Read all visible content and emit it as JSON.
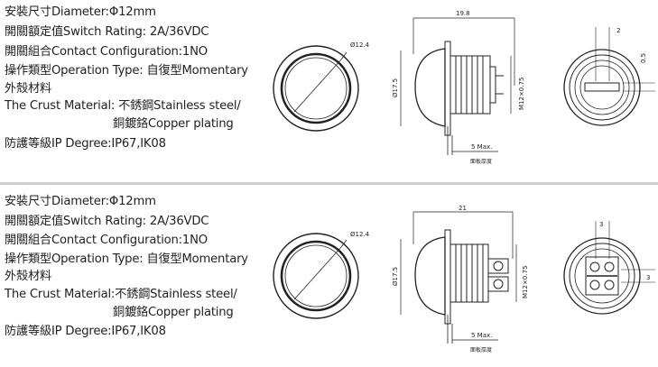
{
  "top": {
    "specs": [
      "安裝尺寸Diameter:Φ12mm",
      "開關額定值Switch Rating: 2A/36VDC",
      "開關組合Contact Configuration:1NO",
      "操作類型Operation Type: 自復型Momentary",
      "外殼材料",
      "The Crust Material: 不銹鋼Stainless steel/",
      "銅鍍鉻Copper plating",
      "防護等級IP Degree:IP67,IK08"
    ],
    "dims": {
      "front_dia": "Ø12.4",
      "length": "19.8",
      "height": "Ø17.5",
      "thread": "M12×0.75",
      "max_panel": "5 Max.",
      "panel_label": "面板厚度",
      "pin_w": "2",
      "pin_h": "0.5"
    }
  },
  "bottom": {
    "specs": [
      "安裝尺寸Diameter:Φ12mm",
      "開關額定值Switch Rating: 2A/36VDC",
      "開關組合Contact Configuration:1NO",
      "操作類型Operation Type: 自復型Momentary",
      "外殼材料",
      "The Crust Material:不銹鋼Stainless steel/",
      "銅鍍鉻Copper plating",
      "防護等級IP Degree:IP67,IK08"
    ],
    "dims": {
      "front_dia": "Ø12.4",
      "length": "21",
      "height": "Ø17.5",
      "thread": "M12×0.75",
      "max_panel": "5 Max.",
      "panel_label": "面板厚度",
      "pin_w": "3",
      "pin_h": "3"
    }
  }
}
